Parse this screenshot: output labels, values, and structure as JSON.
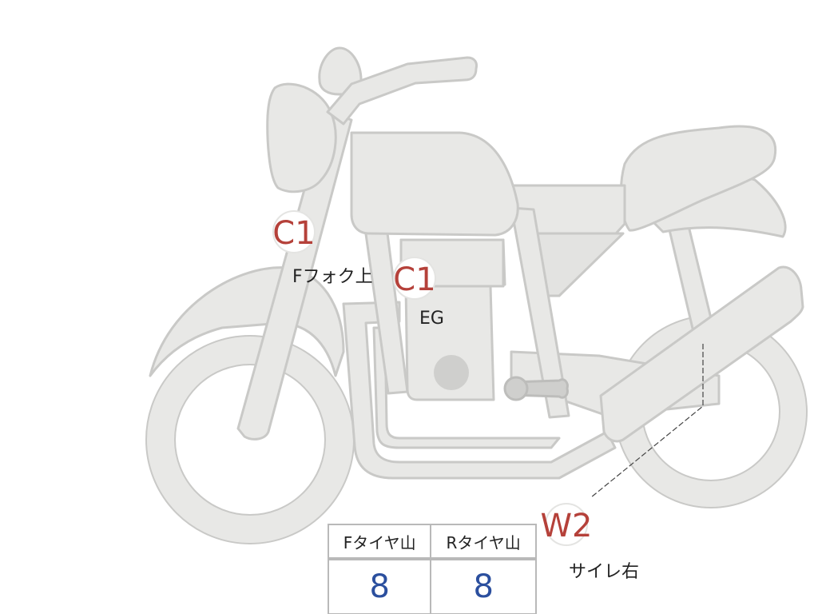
{
  "colors": {
    "body_fill": "#e8e8e6",
    "body_stroke": "#c9c9c7",
    "dark_part": "#cfcfcd",
    "code_red": "#b5413a",
    "value_blue": "#2b4f9e"
  },
  "markers": [
    {
      "code": "C1",
      "label": "Fフォク上"
    },
    {
      "code": "C1",
      "label": "EG"
    },
    {
      "code": "W2",
      "label": "サイレ右"
    }
  ],
  "tread_table": {
    "headers": [
      "Fタイヤ山",
      "Rタイヤ山"
    ],
    "values": [
      "8",
      "8"
    ]
  }
}
